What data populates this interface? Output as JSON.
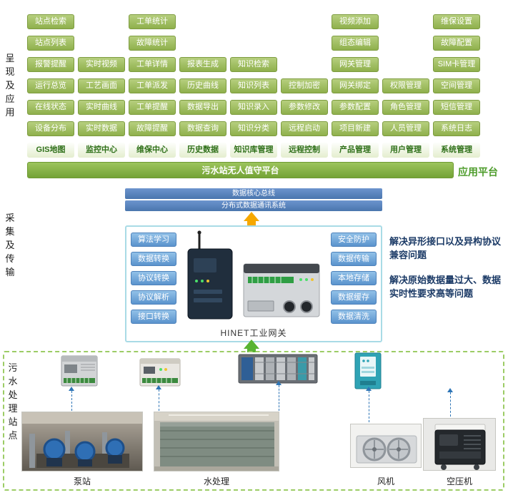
{
  "left_labels": {
    "presentation": "呈现及应用",
    "collection": "采集及传输",
    "station": "污水处理站点"
  },
  "app_platform": {
    "columns": [
      {
        "header": "GIS地图",
        "items": [
          "站点检索",
          "站点列表",
          "报警提醒",
          "运行总览",
          "在线状态",
          "设备分布"
        ]
      },
      {
        "header": "监控中心",
        "items": [
          "实时视频",
          "工艺画面",
          "实时曲线",
          "实时数据"
        ]
      },
      {
        "header": "维保中心",
        "items": [
          "工单统计",
          "故障统计",
          "工单详情",
          "工单派发",
          "工单提醒",
          "故障提醒"
        ]
      },
      {
        "header": "历史数据",
        "items": [
          "报表生成",
          "历史曲线",
          "数据导出",
          "数据查询"
        ]
      },
      {
        "header": "知识库管理",
        "items": [
          "知识检索",
          "知识列表",
          "知识录入",
          "知识分类"
        ]
      },
      {
        "header": "远程控制",
        "items": [
          "控制加密",
          "参数修改",
          "远程启动"
        ]
      },
      {
        "header": "产品管理",
        "items": [
          "视频添加",
          "组态编辑",
          "网关管理",
          "网关绑定",
          "参数配置",
          "项目新建"
        ]
      },
      {
        "header": "用户管理",
        "items": [
          "权限管理",
          "角色管理",
          "人员管理"
        ]
      },
      {
        "header": "系统管理",
        "items": [
          "维保设置",
          "故障配置",
          "SIM卡管理",
          "空间管理",
          "短信管理",
          "系统日志"
        ]
      }
    ],
    "platform_bar": "污水站无人值守平台",
    "side_label": "应用平台"
  },
  "data_bus": {
    "bar1": "数据核心总线",
    "bar2": "分布式数据通讯系统"
  },
  "gateway": {
    "left_functions": [
      "算法学习",
      "数据转换",
      "协议转换",
      "协议解析",
      "接口转换"
    ],
    "right_functions": [
      "安全防护",
      "数据传输",
      "本地存储",
      "数据缓存",
      "数据清洗"
    ],
    "label": "HINET工业网关",
    "note1": "解决异形接口以及异构协议兼容问题",
    "note2": "解决原始数据量过大、数据实时性要求高等问题"
  },
  "station": {
    "labels": [
      "泵站",
      "水处理",
      "风机",
      "空压机"
    ]
  },
  "colors": {
    "feature_green": "#8fb04c",
    "header_green": "#2f7019",
    "platform_green": "#74a336",
    "bus_blue": "#4a76ae",
    "gateway_blue": "#5a93cd",
    "note_navy": "#1b3a66",
    "arrow_orange": "#f6a800",
    "arrow_green": "#58b332",
    "dashed_green": "#9ccc65",
    "connector_blue": "#2e75b6"
  }
}
